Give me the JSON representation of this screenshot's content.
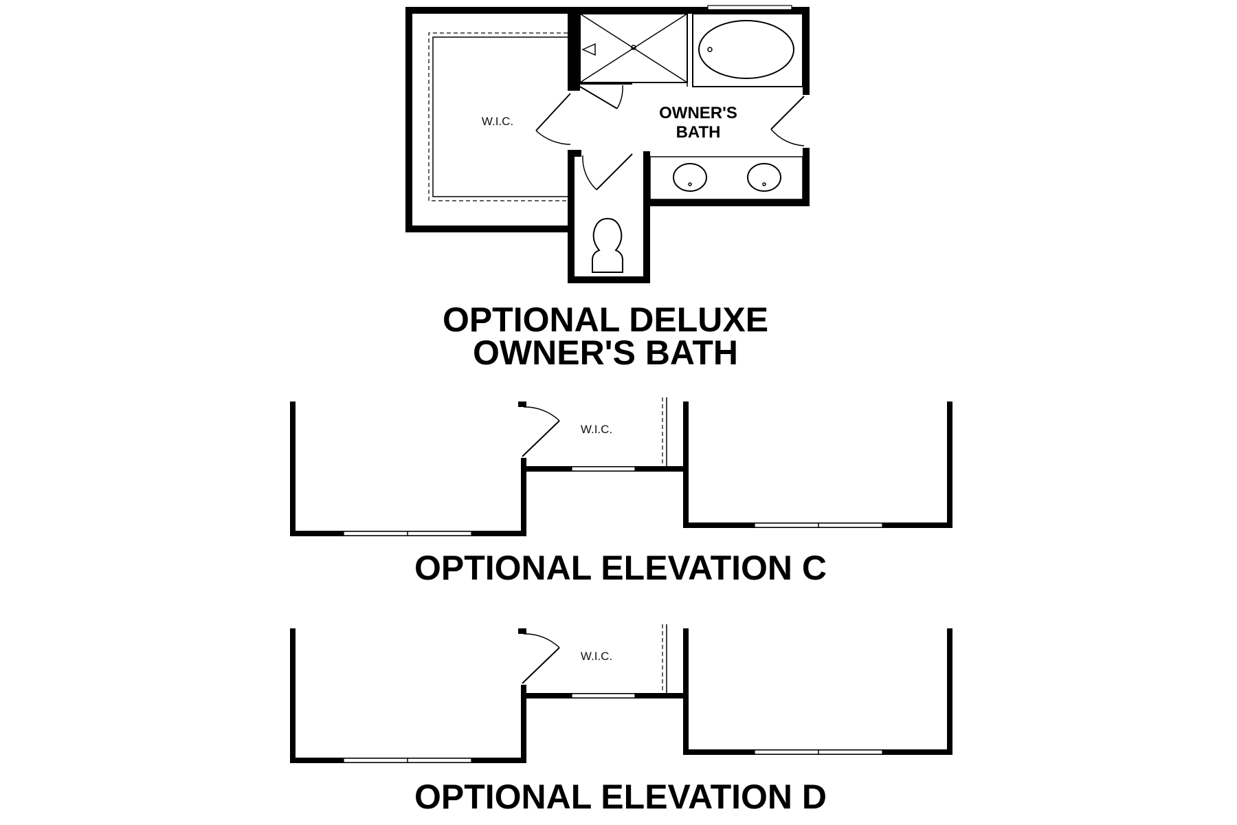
{
  "deluxe_bath": {
    "wic_label": "W.I.C.",
    "bath_label_line1": "OWNER'S",
    "bath_label_line2": "BATH",
    "caption_line1": "OPTIONAL DELUXE",
    "caption_line2": "OWNER'S BATH"
  },
  "elevation_c": {
    "wic_label": "W.I.C.",
    "caption": "OPTIONAL ELEVATION C"
  },
  "elevation_d": {
    "wic_label": "W.I.C.",
    "caption": "OPTIONAL ELEVATION D"
  }
}
